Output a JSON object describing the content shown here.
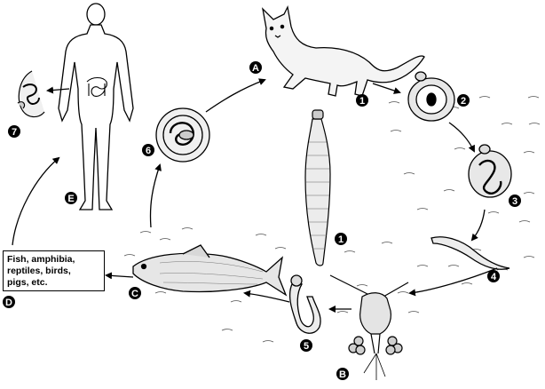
{
  "badges": {
    "A": "A",
    "B": "B",
    "C": "C",
    "D": "D",
    "E": "E",
    "n1": "1",
    "n1b": "1",
    "n2": "2",
    "n3": "3",
    "n4": "4",
    "n5": "5",
    "n6": "6",
    "n7": "7"
  },
  "host_box": {
    "lines": [
      "Fish, amphibia,",
      "reptiles, birds,",
      "pigs, etc."
    ]
  }
}
